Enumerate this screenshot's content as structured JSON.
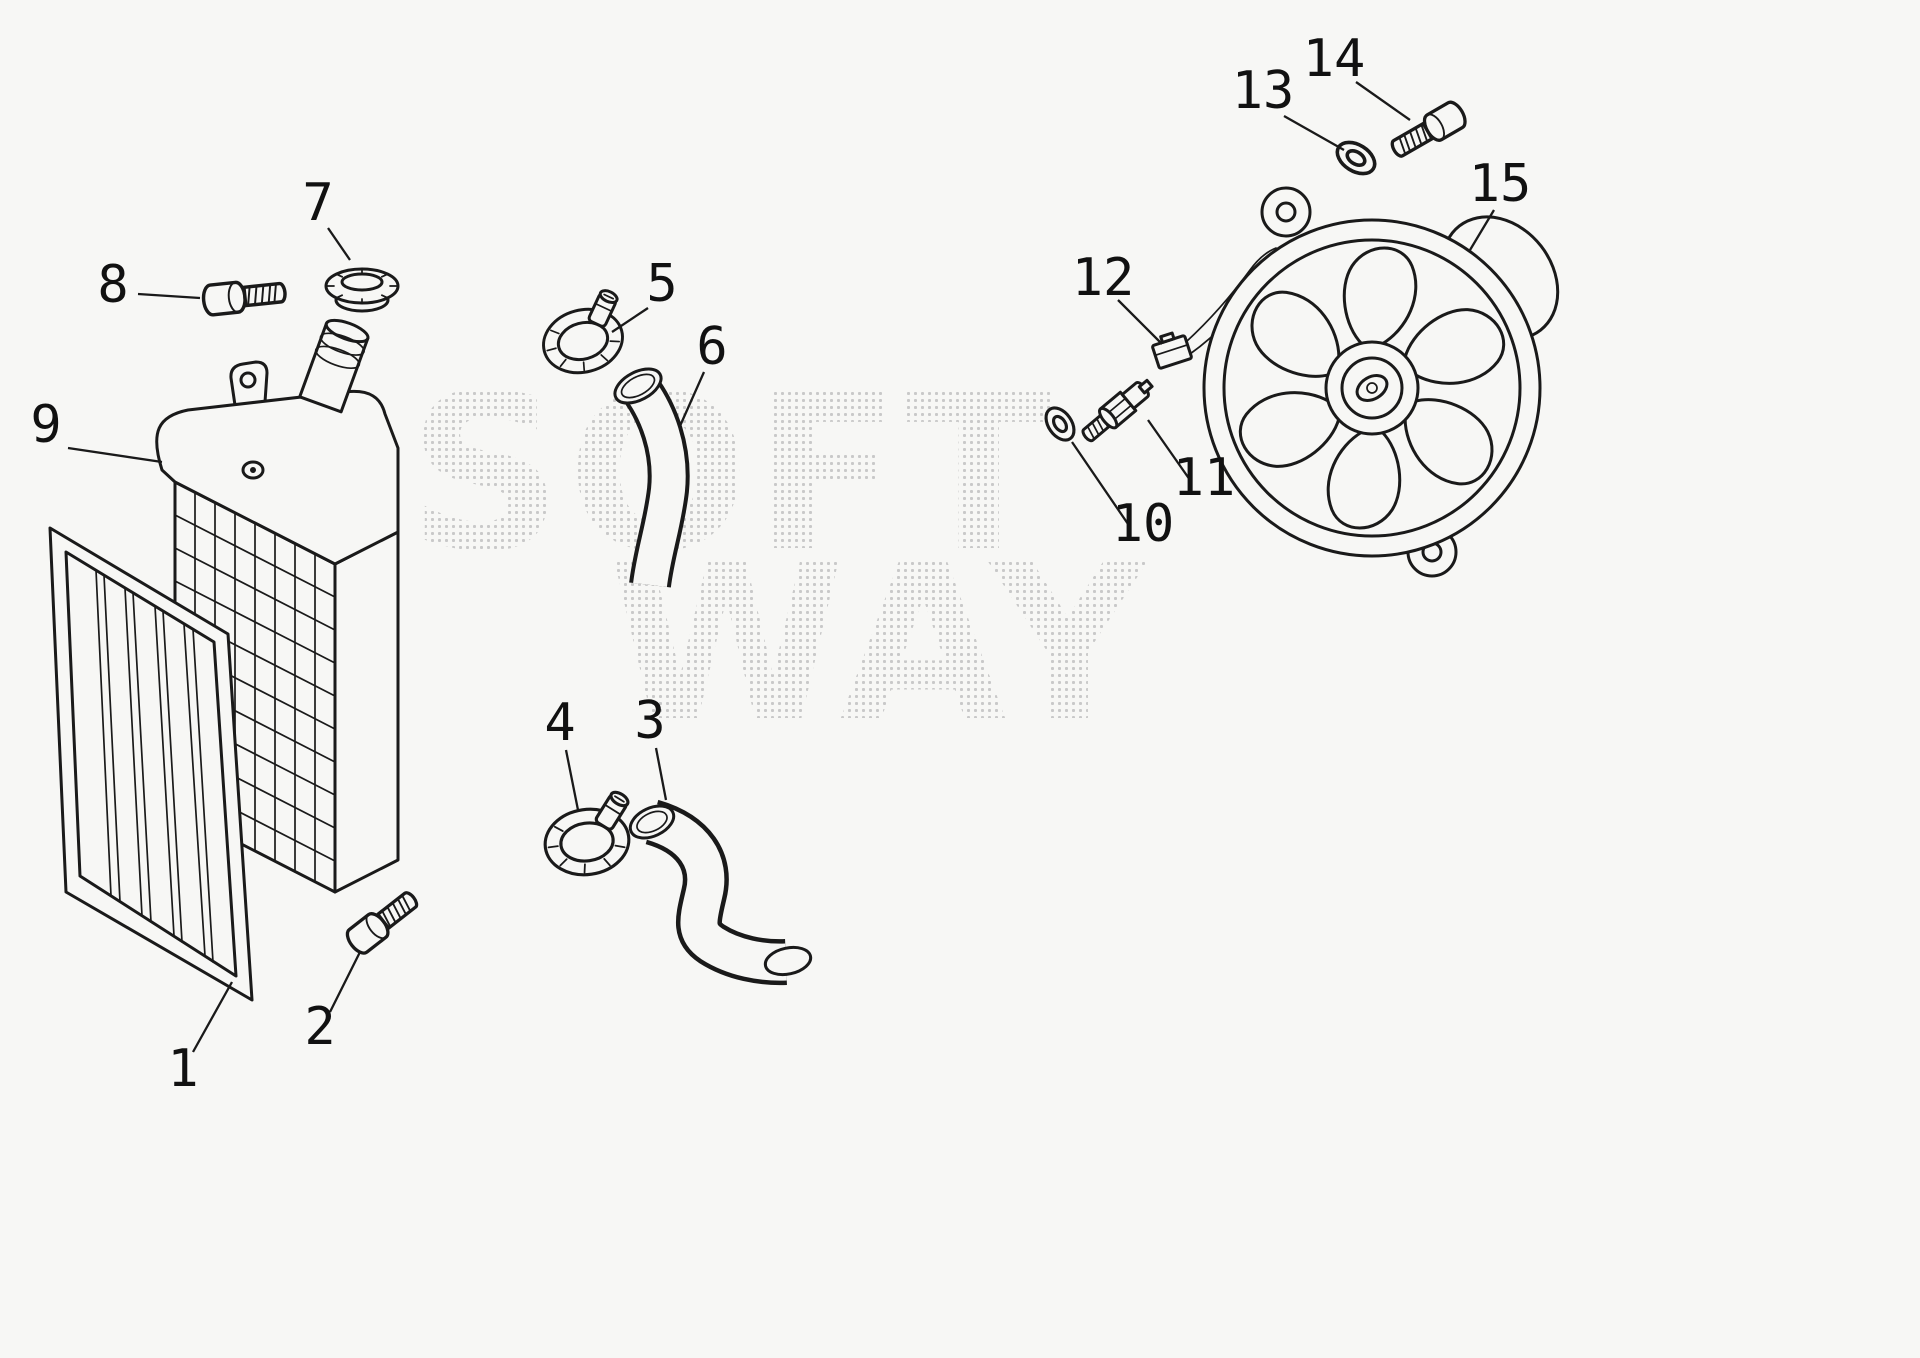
{
  "diagram": {
    "watermark": {
      "line1": "SOFT",
      "line2": "WAY"
    },
    "part_labels": [
      "1",
      "2",
      "3",
      "4",
      "5",
      "6",
      "7",
      "8",
      "9",
      "10",
      "11",
      "12",
      "13",
      "14",
      "15"
    ]
  },
  "colors": {
    "background": "#f7f7f5",
    "line": "#1a1a1a",
    "watermark_dots": "#c2c2c2"
  }
}
